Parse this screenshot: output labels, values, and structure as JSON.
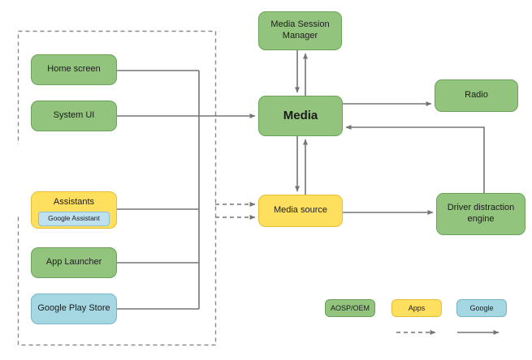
{
  "diagram": {
    "nodes": {
      "home_screen": {
        "label": "Home screen"
      },
      "system_ui": {
        "label": "System UI"
      },
      "assistants": {
        "label": "Assistants"
      },
      "google_assistant": {
        "label": "Google Assistant"
      },
      "app_launcher": {
        "label": "App Launcher"
      },
      "google_play_store": {
        "label": "Google Play Store"
      },
      "media_session_manager": {
        "label": "Media Session Manager"
      },
      "media": {
        "label": "Media"
      },
      "media_source": {
        "label": "Media source"
      },
      "radio": {
        "label": "Radio"
      },
      "driver_distraction_engine": {
        "label": "Driver distraction engine"
      }
    },
    "legend": {
      "aosp_oem": "AOSP/OEM",
      "apps": "Apps",
      "google": "Google"
    },
    "colors": {
      "aosp_oem_fill": "#93c47d",
      "apps_fill": "#ffdf5e",
      "google_fill": "#a4d7e1",
      "google_assistant_fill": "#bfe0ee",
      "connector": "#757575",
      "dashed_boundary": "#8a8a8a"
    }
  }
}
